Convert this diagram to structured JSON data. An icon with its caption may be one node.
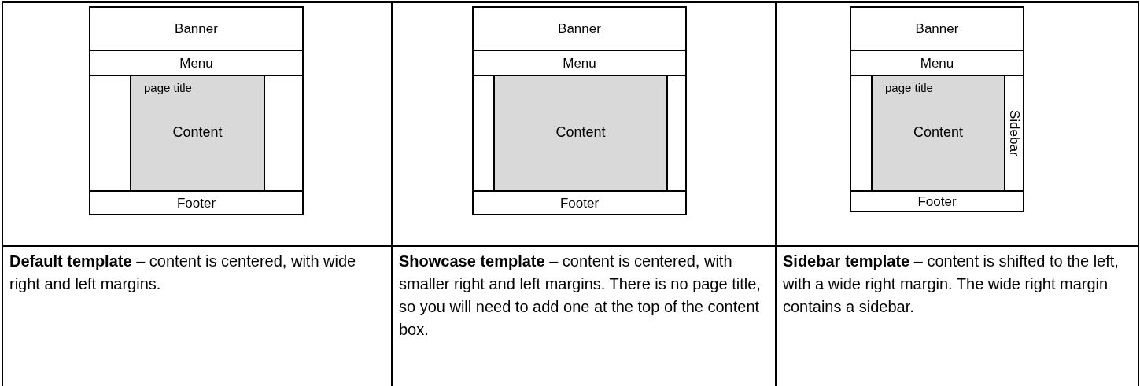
{
  "diagram": {
    "nodes": [
      {
        "text": [],
        "shape": "box"
      },
      {
        "text": [
          "Banner"
        ],
        "in": 0
      },
      {
        "text": [
          "Menu"
        ],
        "in": 0
      },
      {
        "text": [
          "page title",
          "Content"
        ],
        "in": 0
      },
      {
        "text": [
          "Footer"
        ],
        "in": 0
      },
      {
        "text": [],
        "shape": "box"
      },
      {
        "text": [
          "Banner"
        ],
        "in": 5
      },
      {
        "text": [
          "Menu"
        ],
        "in": 5
      },
      {
        "text": [
          "Content"
        ],
        "in": 5
      },
      {
        "text": [
          "Footer"
        ],
        "in": 5
      },
      {
        "text": [],
        "shape": "box"
      },
      {
        "text": [
          "Banner"
        ],
        "in": 10
      },
      {
        "text": [
          "Menu"
        ],
        "in": 10
      },
      {
        "text": [
          "page title",
          "Content"
        ],
        "in": 10
      },
      {
        "text": [
          "Sidebar"
        ],
        "in": 10
      },
      {
        "text": [
          "Footer"
        ],
        "in": 10
      }
    ],
    "labels": [
      "**Default template** – content is centered, with wide right and left margins.",
      "**Showcase template** – content is centered, with smaller right and left margins.  There is no page title, so you will need to add one at the top of the content box.",
      "**Sidebar template** – content is shifted to the left, with a wide right margin.  The wide right margin contains a sidebar."
    ]
  }
}
